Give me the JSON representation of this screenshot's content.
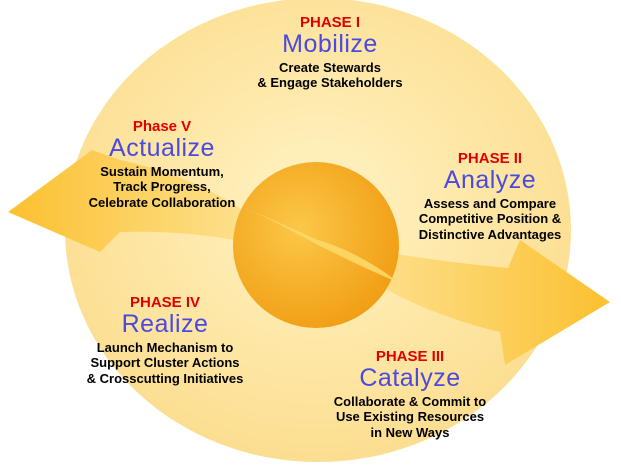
{
  "colors": {
    "phase_label": "#e00000",
    "phase_name": "#4a4ae0",
    "description": "#000000",
    "disc": "#fde6a8",
    "arrow": "#fcc840",
    "center": "#f6a818"
  },
  "phases": [
    {
      "label": "PHASE I",
      "name": "Mobilize",
      "lines": [
        "Create Stewards",
        "& Engage Stakeholders"
      ]
    },
    {
      "label": "PHASE II",
      "name": "Analyze",
      "lines": [
        "Assess and Compare",
        "Competitive Position &",
        "Distinctive Advantages"
      ]
    },
    {
      "label": "PHASE III",
      "name": "Catalyze",
      "lines": [
        "Collaborate & Commit to",
        "Use Existing Resources",
        "in New Ways"
      ]
    },
    {
      "label": "PHASE IV",
      "name": "Realize",
      "lines": [
        "Launch Mechanism to",
        "Support Cluster Actions",
        "& Crosscutting Initiatives"
      ]
    },
    {
      "label": "Phase V",
      "name": "Actualize",
      "lines": [
        "Sustain Momentum,",
        "Track Progress,",
        "Celebrate Collaboration"
      ]
    }
  ]
}
